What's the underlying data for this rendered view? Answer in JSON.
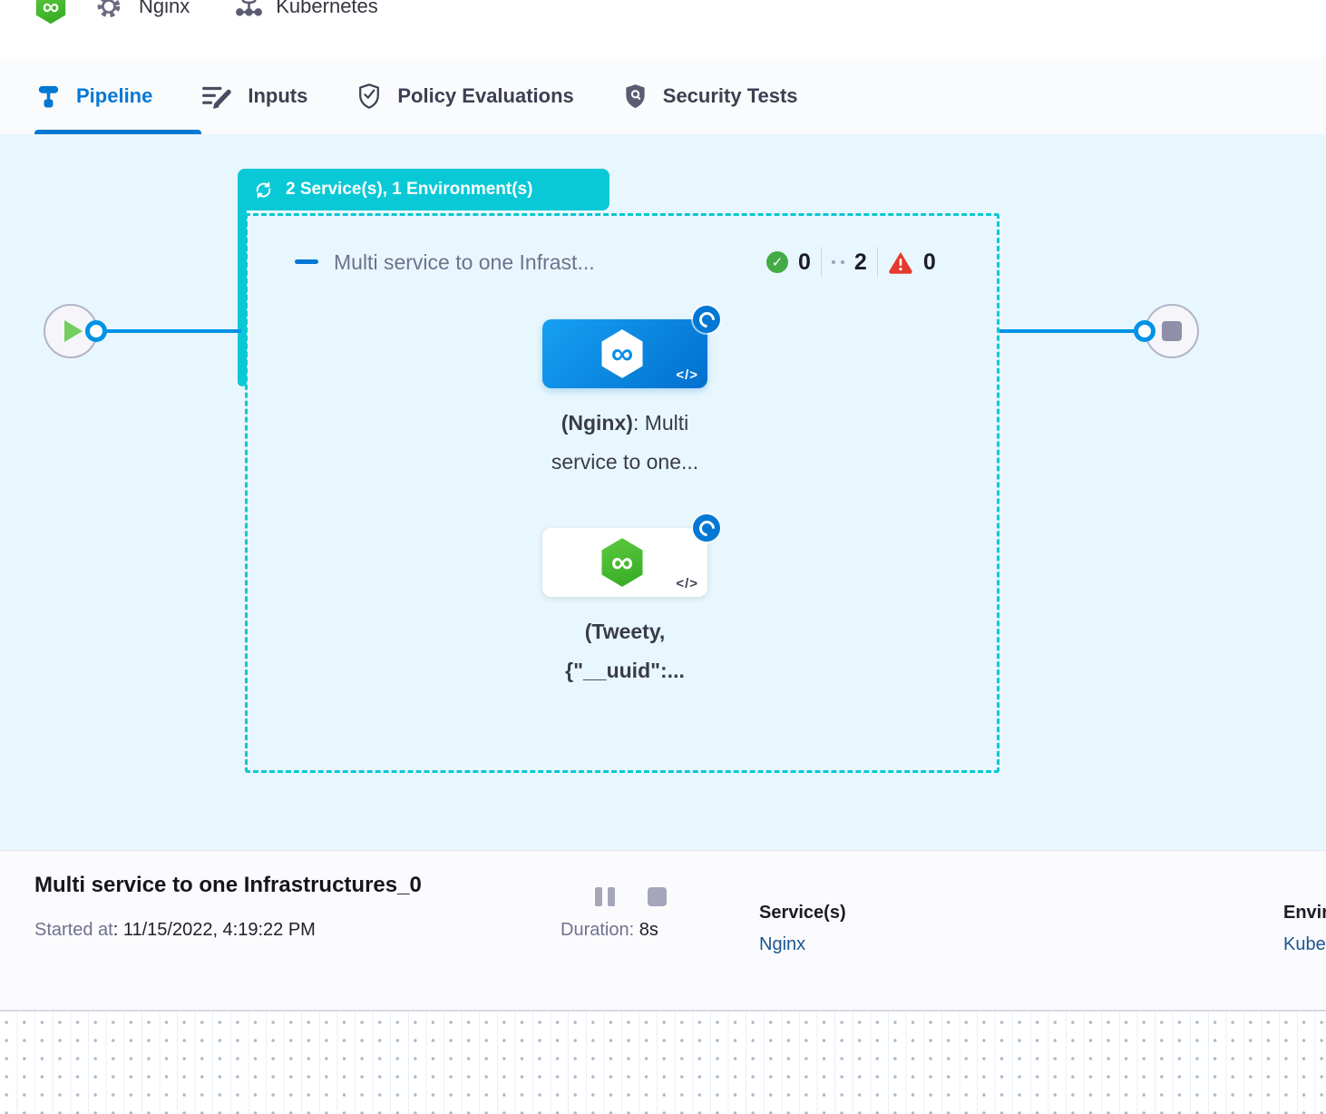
{
  "header": {
    "crumbs": [
      {
        "icon": "gear-icon",
        "label": "Nginx"
      },
      {
        "icon": "kubernetes-icon",
        "label": "Kubernetes"
      }
    ]
  },
  "tabs": [
    {
      "label": "Pipeline",
      "active": true
    },
    {
      "label": "Inputs",
      "active": false
    },
    {
      "label": "Policy Evaluations",
      "active": false
    },
    {
      "label": "Security Tests",
      "active": false
    }
  ],
  "canvas": {
    "group_badge_label": "2 Service(s), 1 Environment(s)",
    "group": {
      "title": "Multi service to one Infrast...",
      "success_count": "0",
      "pending_count": "2",
      "failed_count": "0"
    },
    "stages": [
      {
        "label_bold": "(Nginx)",
        "label_rest": ": Multi",
        "label_line2": "service to one..."
      },
      {
        "label_line1": "(Tweety,",
        "label_line2": "{\"__uuid\":..."
      }
    ]
  },
  "footer": {
    "title": "Multi service to one Infrastructures_0",
    "started_label": "Started at",
    "started_value": ": 11/15/2022, 4:19:22 PM",
    "duration_label": "Duration:",
    "duration_value": "8s",
    "services_label": "Service(s)",
    "service_link": "Nginx",
    "environments_label": "Environment(s)",
    "environment_link": "Kubernetes"
  },
  "icons": {
    "infinity": "∞",
    "check": "✓",
    "code": "</>"
  },
  "colors": {
    "accent_blue": "#0278d5",
    "edge_blue": "#0092e4",
    "teal": "#0ac9d6",
    "dashed_teal": "#0bc8d2",
    "success_green": "#42ab45",
    "fail_red": "#e4392e",
    "canvas_bg": "#e8f7fd",
    "link_blue": "#1c5692",
    "logo_green": "#42ba2e"
  }
}
